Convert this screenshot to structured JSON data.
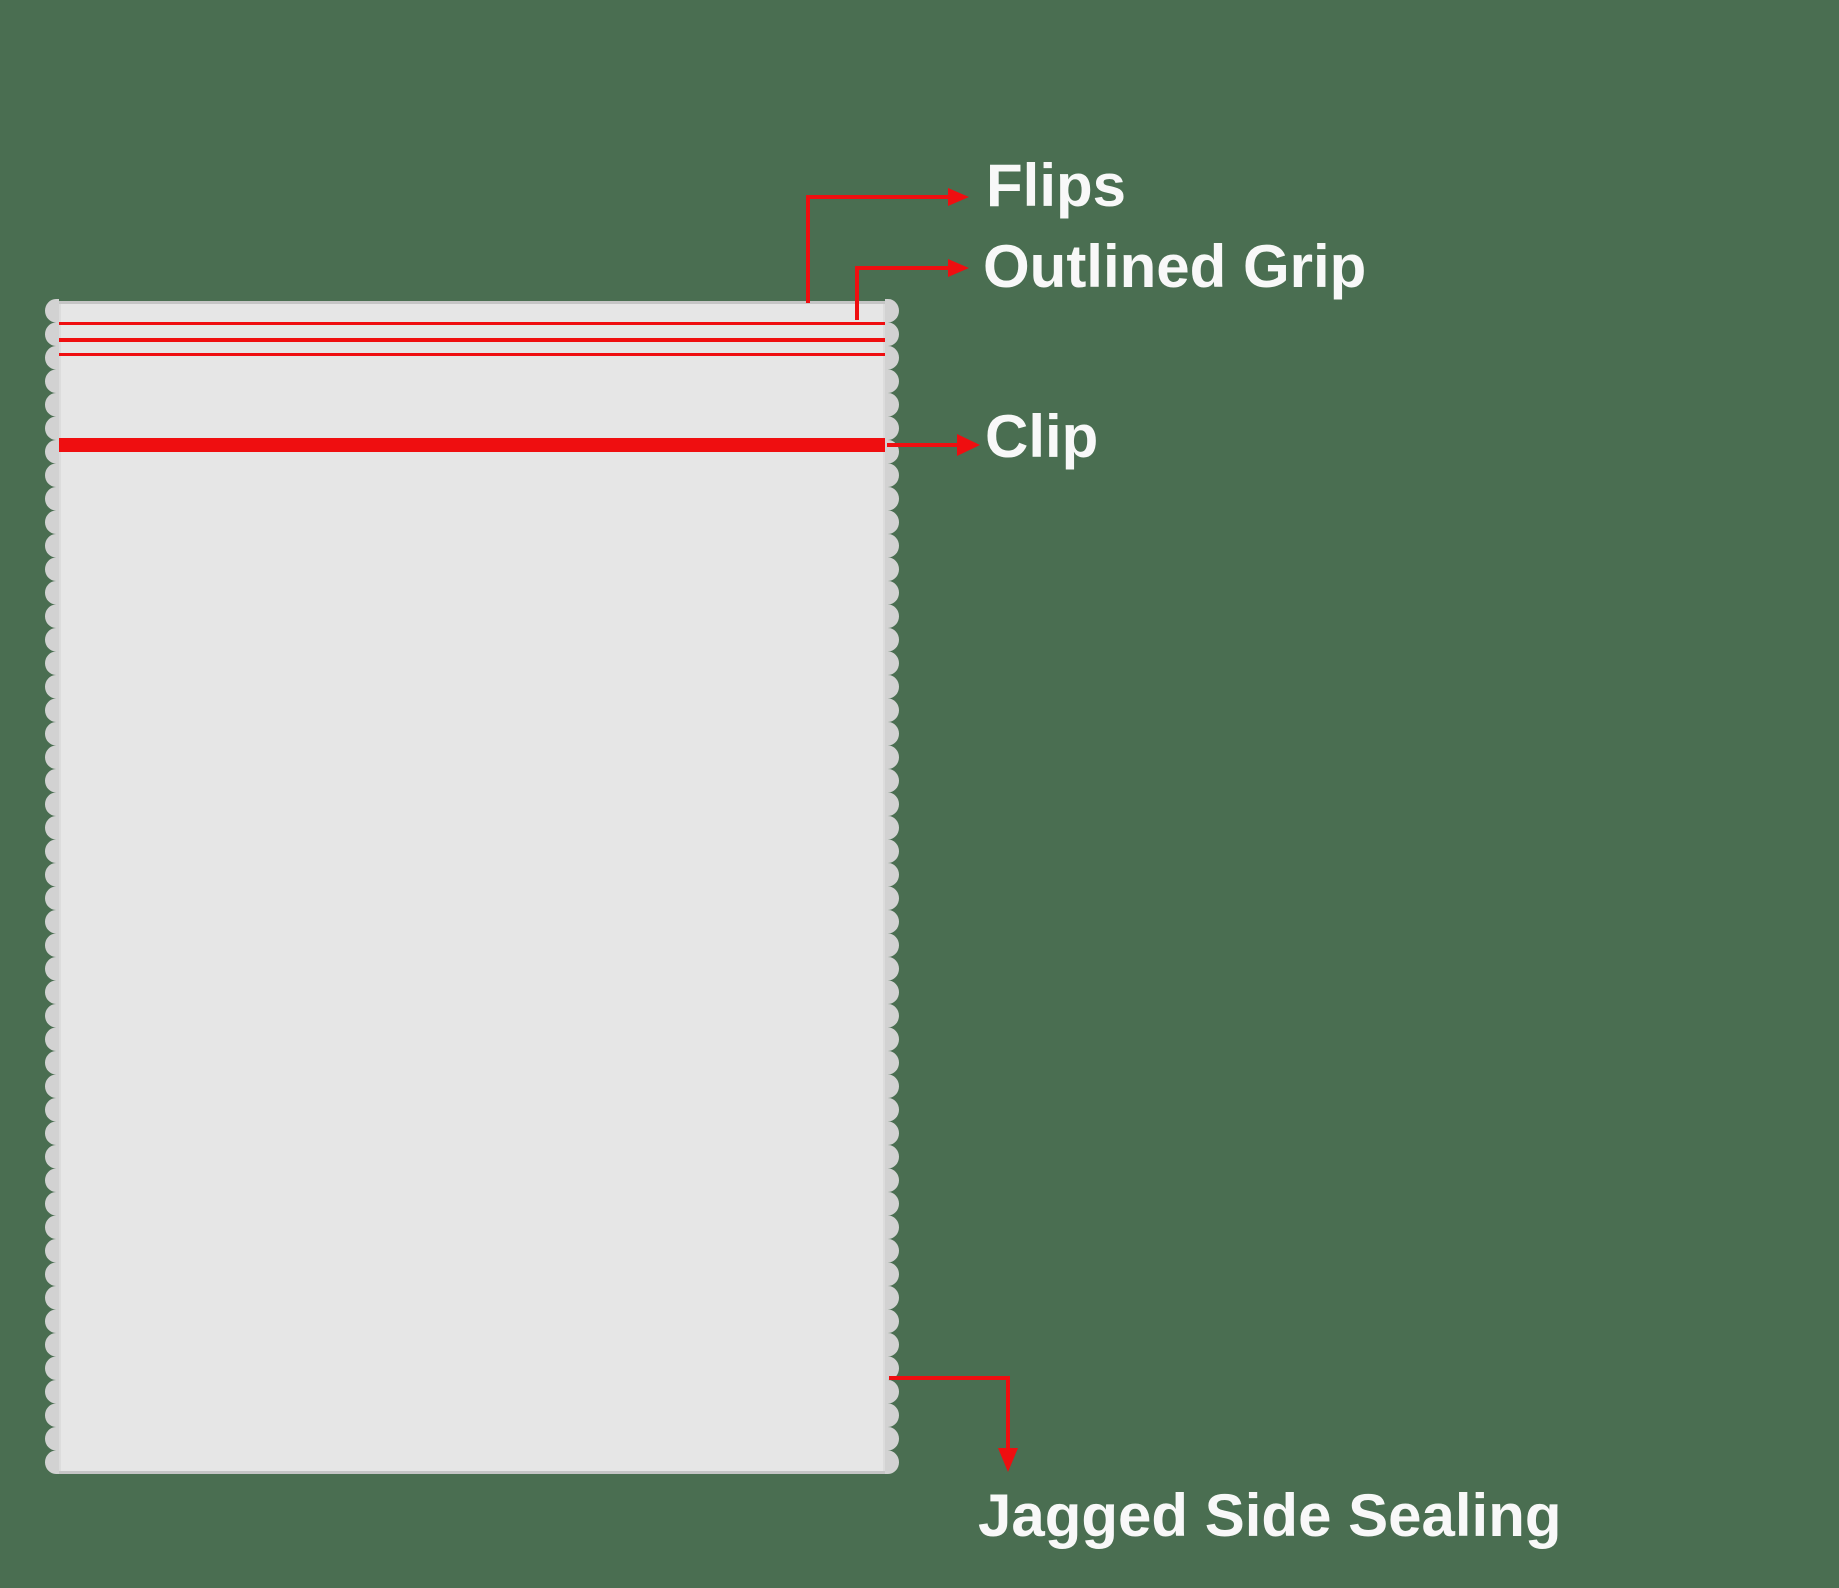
{
  "diagram": {
    "subject": "grip seal plastic bag",
    "labels": {
      "flips": "Flips",
      "outlined_grip": "Outlined Grip",
      "clip": "Clip",
      "jagged_side_sealing": "Jagged Side Sealing"
    },
    "colors": {
      "background": "#4a6e51",
      "bag_body": "#e6e6e6",
      "bag_edge": "#c5c5c5",
      "bag_scallop": "#d2d2d2",
      "accent_red": "#ef0e10",
      "label_text": "#f8f8f8"
    }
  }
}
